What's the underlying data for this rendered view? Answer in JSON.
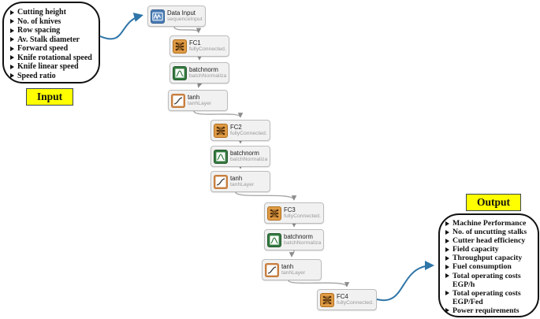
{
  "input_panel": {
    "label": "Input",
    "items": [
      "Cutting height",
      "No. of knives",
      "Row spacing",
      "Av. Stalk diameter",
      "Forward speed",
      "Knife rotational speed",
      "Knife linear speed",
      "Speed ratio"
    ]
  },
  "output_panel": {
    "label": "Output",
    "items": [
      {
        "text": "Machine Performance",
        "sub": ""
      },
      {
        "text": "No. of uncutting stalks",
        "sub": ""
      },
      {
        "text": "Cutter head efficiency",
        "sub": ""
      },
      {
        "text": "Field capacity",
        "sub": ""
      },
      {
        "text": "Throughput capacity",
        "sub": ""
      },
      {
        "text": "Fuel consumption",
        "sub": ""
      },
      {
        "text": "Total operating costs",
        "sub": "EGP/h"
      },
      {
        "text": "Total operating costs",
        "sub": "EGP/Fed"
      },
      {
        "text": "Power requirements",
        "sub": ""
      }
    ]
  },
  "network": {
    "nodes": [
      {
        "title": "Data Input",
        "subtitle": "sequenceInput...",
        "type": "sequence-input"
      },
      {
        "title": "FC1",
        "subtitle": "fullyConnected...",
        "type": "fully-connected"
      },
      {
        "title": "batchnorm",
        "subtitle": "batchNormaliza...",
        "type": "batch-normalization"
      },
      {
        "title": "tanh",
        "subtitle": "tanhLayer",
        "type": "tanh"
      },
      {
        "title": "FC2",
        "subtitle": "fullyConnected...",
        "type": "fully-connected"
      },
      {
        "title": "batchnorm",
        "subtitle": "batchNormaliza...",
        "type": "batch-normalization"
      },
      {
        "title": "tanh",
        "subtitle": "tanhLayer",
        "type": "tanh"
      },
      {
        "title": "FC3",
        "subtitle": "fullyConnected...",
        "type": "fully-connected"
      },
      {
        "title": "batchnorm",
        "subtitle": "batchNormaliza...",
        "type": "batch-normalization"
      },
      {
        "title": "tanh",
        "subtitle": "tanhLayer",
        "type": "tanh"
      },
      {
        "title": "FC4",
        "subtitle": "fullyConnected...",
        "type": "fully-connected"
      }
    ]
  },
  "colors": {
    "label_bg": "#ffff00",
    "arrow_blue": "#2e75a8",
    "wire_gray": "#9b9b9b",
    "fc_orange": "#e09b45",
    "batchnorm_green": "#337a3f",
    "tanh_orange": "#c87e3e",
    "sequence_input_blue": "#4a7cb5"
  }
}
